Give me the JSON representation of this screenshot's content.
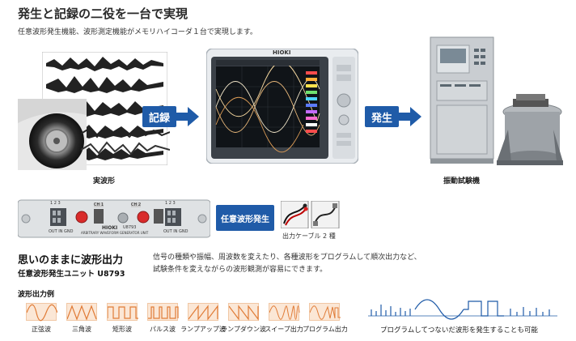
{
  "header": {
    "title": "発生と記録の二役を一台で実現",
    "subtitle": "任意波形発生機能、波形測定機能がメモリハイコーダ１台で実現します。"
  },
  "flow": {
    "record_label": "記録",
    "generate_label": "発生",
    "real_waveform_caption": "実波形",
    "vibration_caption": "振動試験機"
  },
  "instrument": {
    "brand": "HIOKI"
  },
  "unit": {
    "badge": "任意波形発生",
    "cable_caption": "出力ケーブル 2 種",
    "panel_brand": "HIOKI",
    "panel_model": "U8793",
    "panel_text": "ARBITRARY WAVEFORM GENERATOR UNIT",
    "ch_left": "CH 1",
    "ch_right": "CH 2",
    "out_left": "OUT IN GND",
    "out_right": "OUT IN GND",
    "pins": "1 2 3"
  },
  "section": {
    "heading": "思いのままに波形出力",
    "product": "任意波形発生ユニット U8793",
    "desc_line1": "信号の種類や振幅、周波数を変えたり、各種波形をプログラムして順次出力など、",
    "desc_line2": "試験条件を変えながらの波形観測が容易にできます。"
  },
  "examples": {
    "heading": "波形出力例",
    "items": [
      "正弦波",
      "三角波",
      "矩形波",
      "パルス波",
      "ランプアップ波",
      "ランプダウン波",
      "スイープ出力",
      "プログラム出力"
    ],
    "program_caption": "プログラムしてつないだ波形を発生することも可能"
  },
  "colors": {
    "accent": "#1f5ba8",
    "wave_bg": "#fbe7d6",
    "wave_line": "#e07b36"
  }
}
